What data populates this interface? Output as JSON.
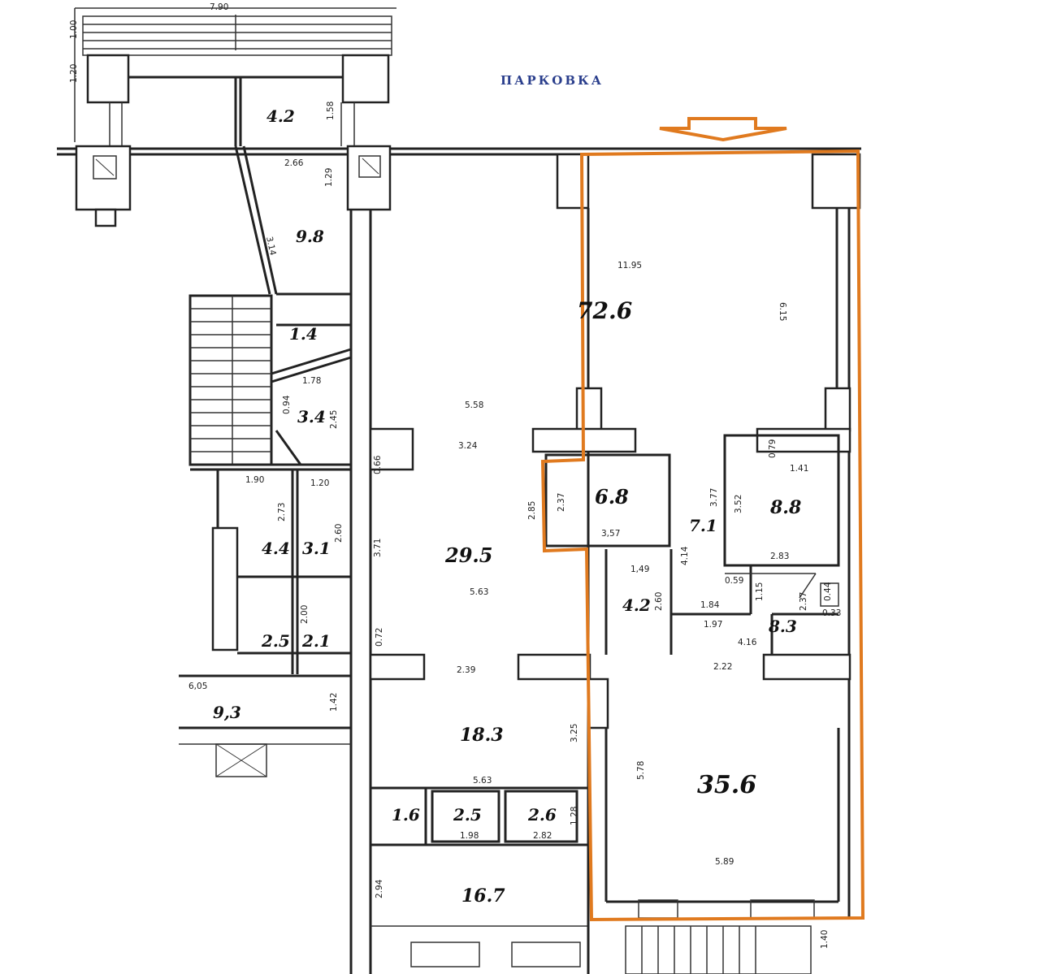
{
  "header": {
    "parking_label": "ПАРКОВКА"
  },
  "colors": {
    "highlight": "#e07a1f",
    "walls": "#222222",
    "label_blue": "#2a3e8c"
  },
  "rooms": [
    {
      "id": "r01",
      "area": "4.2"
    },
    {
      "id": "r02",
      "area": "9.8"
    },
    {
      "id": "r03",
      "area": "1.4"
    },
    {
      "id": "r04",
      "area": "3.4"
    },
    {
      "id": "r05",
      "area": "4.4"
    },
    {
      "id": "r06",
      "area": "3.1"
    },
    {
      "id": "r07",
      "area": "2.5"
    },
    {
      "id": "r08",
      "area": "2.1"
    },
    {
      "id": "r09",
      "area": "9,3"
    },
    {
      "id": "r10",
      "area": "29.5"
    },
    {
      "id": "r11",
      "area": "18.3"
    },
    {
      "id": "r12",
      "area": "1.6"
    },
    {
      "id": "r13",
      "area": "2.5"
    },
    {
      "id": "r14",
      "area": "2.6"
    },
    {
      "id": "r15",
      "area": "16.7"
    },
    {
      "id": "r16",
      "area": "72.6"
    },
    {
      "id": "r17",
      "area": "6.8"
    },
    {
      "id": "r18",
      "area": "7.1"
    },
    {
      "id": "r19",
      "area": "8.8"
    },
    {
      "id": "r20",
      "area": "4.2"
    },
    {
      "id": "r21",
      "area": "8.3"
    },
    {
      "id": "r22",
      "area": "35.6"
    }
  ],
  "dimensions": [
    "7.90",
    "1.00",
    "1.20",
    "1.58",
    "2.66",
    "1.29",
    "3.14",
    "1.78",
    "0.94",
    "2.45",
    "1.90",
    "1.20",
    "2.73",
    "2.60",
    "2.00",
    "6,05",
    "1.42",
    "0.66",
    "3.71",
    "0.72",
    "5.58",
    "3.24",
    "2.85",
    "5.63",
    "2.39",
    "3.25",
    "5.63",
    "1.98",
    "2.82",
    "1.28",
    "2.94",
    "11.95",
    "6.15",
    "2.37",
    "3,57",
    "3.77",
    "3.52",
    "0.79",
    "1.41",
    "2.83",
    "1,49",
    "2.60",
    "4.14",
    "0.59",
    "1.15",
    "1.84",
    "1.97",
    "2.37",
    "0.44",
    "0.33",
    "4.16",
    "2.22",
    "5.78",
    "5.89",
    "1.40"
  ]
}
